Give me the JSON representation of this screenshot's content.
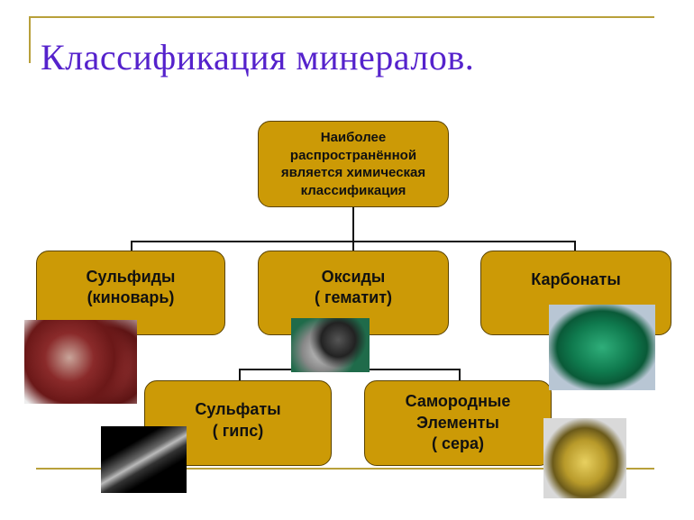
{
  "title": "Классификация минералов.",
  "root": {
    "lines": [
      "Наиболее",
      "распространённой",
      "является химическая",
      "классификация"
    ]
  },
  "classes": [
    {
      "lines": [
        "Сульфиды",
        "(киноварь)"
      ]
    },
    {
      "lines": [
        "Оксиды",
        "( гематит)"
      ]
    },
    {
      "lines": [
        "Карбонаты"
      ]
    },
    {
      "lines": [
        "Сульфаты",
        "( гипс)"
      ]
    },
    {
      "lines": [
        "Самородные",
        "Элементы",
        "( сера)"
      ]
    }
  ],
  "colors": {
    "box": "#cc9a06",
    "title": "#5522cc",
    "rule": "#b8a03a"
  }
}
